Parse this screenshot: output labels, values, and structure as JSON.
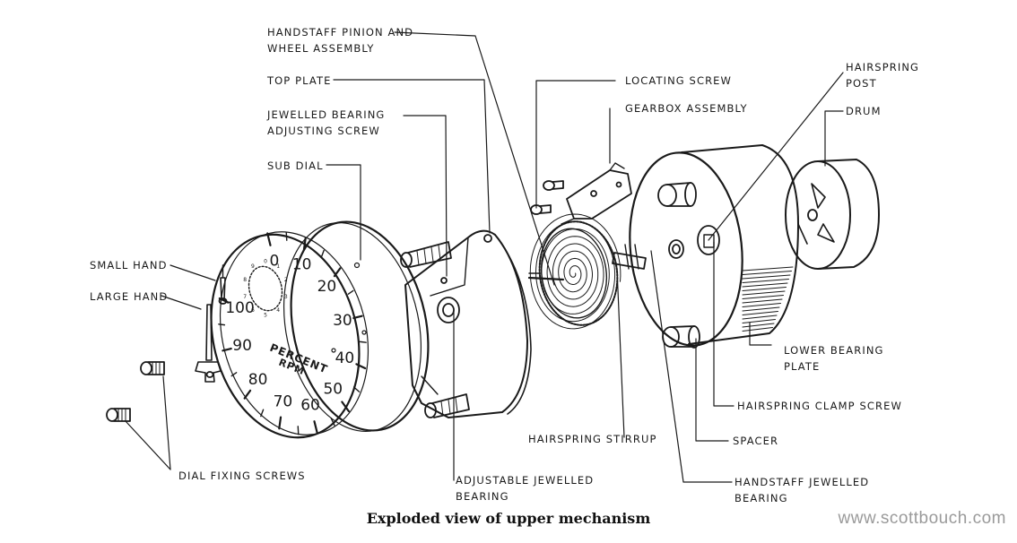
{
  "labels": {
    "handstaff_pinion": [
      "HANDSTAFF PINION AND",
      "WHEEL ASSEMBLY"
    ],
    "top_plate": [
      "TOP PLATE"
    ],
    "jewelled_bearing_screw": [
      "JEWELLED BEARING",
      "ADJUSTING SCREW"
    ],
    "sub_dial": [
      "SUB DIAL"
    ],
    "small_hand": [
      "SMALL HAND"
    ],
    "large_hand": [
      "LARGE HAND"
    ],
    "dial_fixing_screws": [
      "DIAL FIXING SCREWS"
    ],
    "adjustable_jewelled_bearing": [
      "ADJUSTABLE JEWELLED",
      "BEARING"
    ],
    "hairspring_stirrup": [
      "HAIRSPRING STIRRUP"
    ],
    "locating_screw": [
      "LOCATING SCREW"
    ],
    "gearbox_assembly": [
      "GEARBOX ASSEMBLY"
    ],
    "hairspring_post": [
      "HAIRSPRING",
      "POST"
    ],
    "drum": [
      "DRUM"
    ],
    "lower_bearing_plate": [
      "LOWER BEARING",
      "PLATE"
    ],
    "hairspring_clamp_screw": [
      "HAIRSPRING CLAMP SCREW"
    ],
    "spacer": [
      "SPACER"
    ],
    "handstaff_jewelled_bearing": [
      "HANDSTAFF JEWELLED",
      "BEARING"
    ]
  },
  "dial": {
    "main_numbers": [
      "0",
      "10",
      "20",
      "30",
      "40",
      "50",
      "60",
      "70",
      "80",
      "90",
      "100"
    ],
    "sub_numbers": [
      "0",
      "1",
      "2",
      "3",
      "4",
      "5",
      "6",
      "7",
      "8",
      "9"
    ],
    "legend_top": "PERCENT",
    "legend_bottom": "RPM"
  },
  "caption": "Exploded view of upper mechanism",
  "watermark": "www.scottbouch.com"
}
